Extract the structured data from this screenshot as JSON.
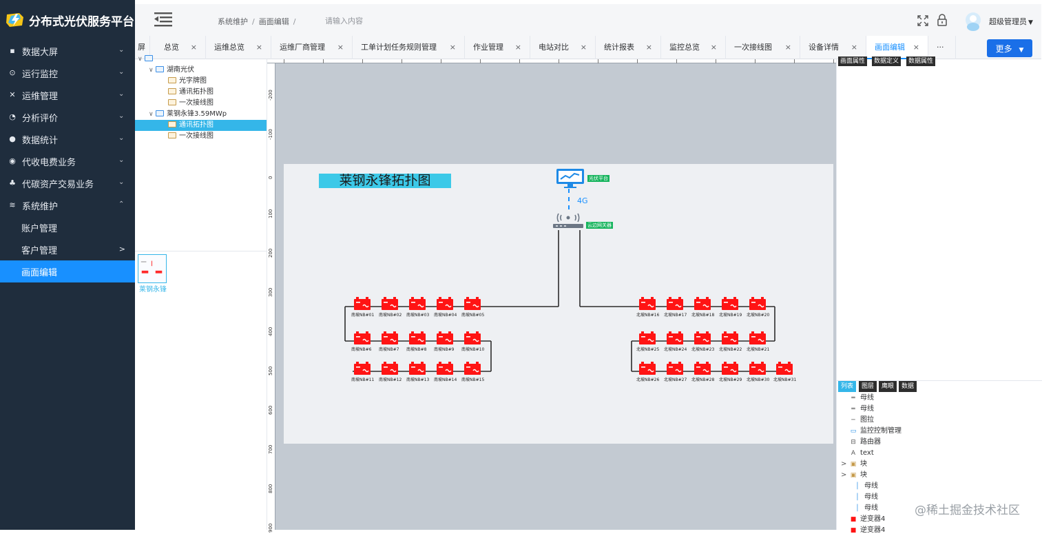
{
  "app": {
    "title": "分布式光伏服务平台"
  },
  "sidebar": {
    "items": [
      {
        "label": "数据大屏",
        "icon": "grid-icon"
      },
      {
        "label": "运行监控",
        "icon": "monitor-icon"
      },
      {
        "label": "运维管理",
        "icon": "tools-icon"
      },
      {
        "label": "分析评价",
        "icon": "pie-icon"
      },
      {
        "label": "数据统计",
        "icon": "money-bag-icon"
      },
      {
        "label": "代收电费业务",
        "icon": "hand-coin-icon"
      },
      {
        "label": "代碳资产交易业务",
        "icon": "cluster-icon"
      },
      {
        "label": "系统维护",
        "icon": "layers-icon"
      }
    ],
    "sub_items": [
      {
        "label": "账户管理"
      },
      {
        "label": "客户管理"
      },
      {
        "label": "画面编辑"
      }
    ],
    "sub_expand_glyph": ">"
  },
  "header": {
    "breadcrumb": [
      "系统维护",
      "画面编辑",
      ""
    ],
    "breadcrumb_sep": "/",
    "search_placeholder": "请输入内容",
    "user_name": "超级管理员"
  },
  "tabs": [
    {
      "label": "屏",
      "close": ""
    },
    {
      "label": "总览",
      "close": "×"
    },
    {
      "label": "运维总览",
      "close": "×"
    },
    {
      "label": "运维厂商管理",
      "close": "×"
    },
    {
      "label": "工单计划任务规则管理",
      "close": "×"
    },
    {
      "label": "作业管理",
      "close": "×"
    },
    {
      "label": "电站对比",
      "close": "×"
    },
    {
      "label": "统计报表",
      "close": "×"
    },
    {
      "label": "监控总览",
      "close": "×"
    },
    {
      "label": "一次接线图",
      "close": "×"
    },
    {
      "label": "设备详情",
      "close": "×"
    },
    {
      "label": "画面编辑",
      "close": "×"
    },
    {
      "label": "···",
      "close": ""
    }
  ],
  "more_button": "更多",
  "tree": {
    "nodes": [
      {
        "label": "湖南光伏",
        "caret": "∨"
      },
      {
        "label": "光字牌图",
        "caret": ""
      },
      {
        "label": "通讯拓扑图",
        "caret": ""
      },
      {
        "label": "一次接线图",
        "caret": ""
      },
      {
        "label": "莱钢永锋3.59MWp",
        "caret": "∨"
      },
      {
        "label": "通讯拓扑图",
        "caret": ""
      },
      {
        "label": "一次接线图",
        "caret": ""
      }
    ],
    "thumb_label": "莱钢永锋"
  },
  "canvas": {
    "title": "莱钢永锋拓扑图",
    "platform_label": "光伏平台",
    "router_label": "云边网关器",
    "link_label": "4G",
    "ruler_left": [
      "-200",
      "-100",
      "0",
      "100",
      "200",
      "300",
      "400",
      "500",
      "600",
      "700",
      "800",
      "900"
    ],
    "south_row1": [
      "南坡NB#01",
      "南坡NB#02",
      "南坡NB#03",
      "南坡NB#04",
      "南坡NB#05"
    ],
    "south_row2": [
      "南坡NB#6",
      "南坡NB#7",
      "南坡NB#8",
      "南坡NB#9",
      "南坡NB#10"
    ],
    "south_row3": [
      "南坡NB#11",
      "南坡NB#12",
      "南坡NB#13",
      "南坡NB#14",
      "南坡NB#15"
    ],
    "north_row1": [
      "北坡NB#16",
      "北坡NB#17",
      "北坡NB#18",
      "北坡NB#19",
      "北坡NB#20"
    ],
    "north_row2": [
      "北坡NB#25",
      "北坡NB#24",
      "北坡NB#23",
      "北坡NB#22",
      "北坡NB#21"
    ],
    "north_row3": [
      "北坡NB#26",
      "北坡NB#27",
      "北坡NB#28",
      "北坡NB#29",
      "北坡NB#30",
      "北坡NB#31"
    ],
    "colors": {
      "inverter": "#ff1414",
      "line": "#2b2b2b",
      "link": "#1890ff"
    }
  },
  "right_panel": {
    "top_tabs": [
      "画面属性",
      "数据定义",
      "数据属性"
    ],
    "bottom_tabs": [
      "列表",
      "图层",
      "鹰眼",
      "数据"
    ],
    "layers": [
      {
        "label": "母线",
        "icon": "busbar-icon",
        "caret": ""
      },
      {
        "label": "母线",
        "icon": "busbar-icon",
        "caret": ""
      },
      {
        "label": "图拉",
        "icon": "line-icon",
        "caret": ""
      },
      {
        "label": "监控控制管理",
        "icon": "monitor-icon",
        "caret": ""
      },
      {
        "label": "路由器",
        "icon": "router-icon",
        "caret": ""
      },
      {
        "label": "text",
        "icon": "text-icon",
        "caret": ""
      },
      {
        "label": "块",
        "icon": "block-icon",
        "caret": ">"
      },
      {
        "label": "块",
        "icon": "block-icon",
        "caret": ">"
      },
      {
        "label": "母线",
        "icon": "vbar-icon",
        "caret": ""
      },
      {
        "label": "母线",
        "icon": "vbar-icon",
        "caret": ""
      },
      {
        "label": "母线",
        "icon": "vbar-icon",
        "caret": ""
      },
      {
        "label": "逆变器4",
        "icon": "inverter-icon",
        "caret": ""
      },
      {
        "label": "逆变器4",
        "icon": "inverter-icon",
        "caret": ""
      }
    ]
  },
  "watermark": "@稀土掘金技术社区"
}
